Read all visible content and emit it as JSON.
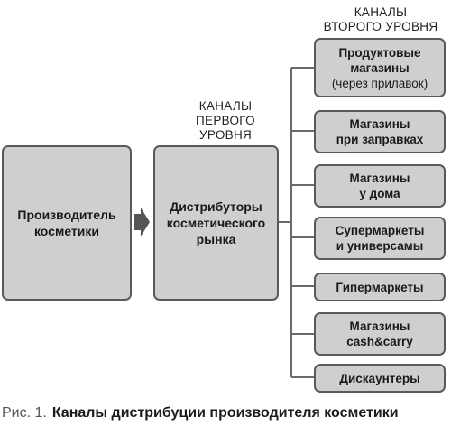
{
  "headings": {
    "level1": [
      "КАНАЛЫ",
      "ПЕРВОГО УРОВНЯ"
    ],
    "level2": [
      "КАНАЛЫ",
      "ВТОРОГО УРОВНЯ"
    ]
  },
  "nodes": {
    "producer": [
      "Производитель",
      "косметики"
    ],
    "distributors": [
      "Дистрибуторы",
      "косметического",
      "рынка"
    ]
  },
  "channels": [
    {
      "lines": [
        "Продуктовые",
        "магазины"
      ],
      "sub": "(через прилавок)"
    },
    {
      "lines": [
        "Магазины",
        "при заправках"
      ]
    },
    {
      "lines": [
        "Магазины",
        "у дома"
      ]
    },
    {
      "lines": [
        "Супермаркеты",
        "и универсамы"
      ]
    },
    {
      "lines": [
        "Гипермаркеты"
      ]
    },
    {
      "lines": [
        "Магазины",
        "cash&carry"
      ]
    },
    {
      "lines": [
        "Дискаунтеры"
      ]
    }
  ],
  "caption": {
    "label": "Рис. 1.",
    "title": "Каналы дистрибуции производителя косметики"
  },
  "colors": {
    "box_fill": "#cfcfcf",
    "box_border": "#5a5a5a",
    "connector": "#6a6a6a",
    "arrow": "#555555"
  }
}
